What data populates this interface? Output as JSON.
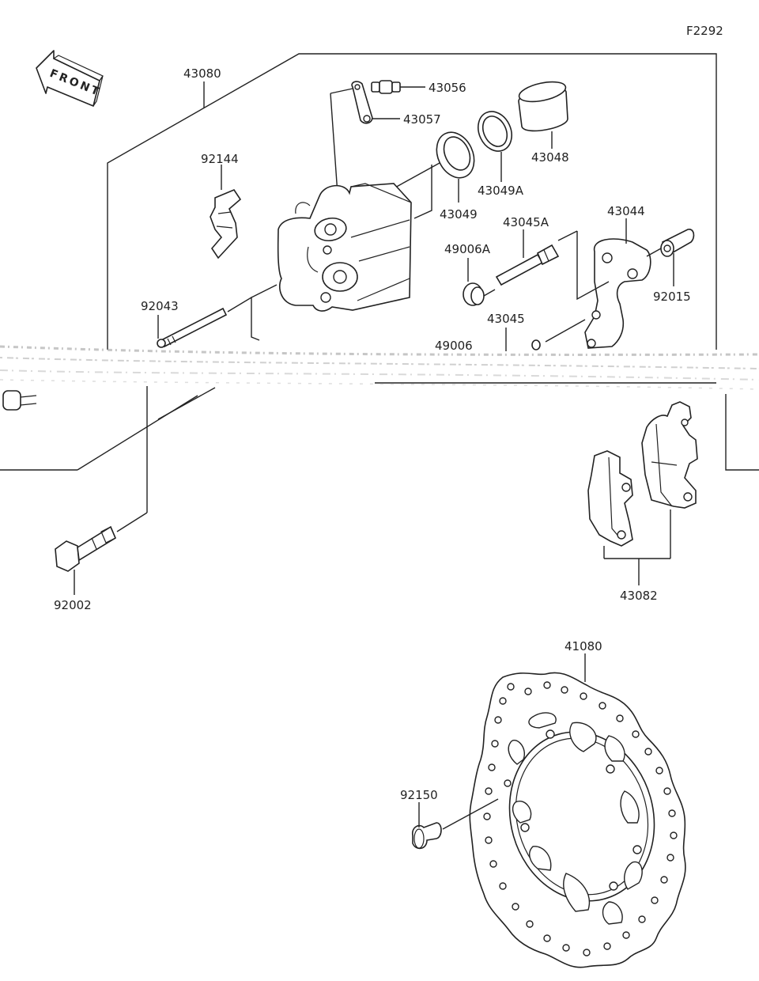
{
  "diagram": {
    "figure_code": "F2292",
    "front_marker": "FRONT",
    "labels": {
      "p43080": "43080",
      "p43056": "43056",
      "p43057": "43057",
      "p43048": "43048",
      "p92144": "92144",
      "p43049A": "43049A",
      "p43049": "43049",
      "p43045A": "43045A",
      "p43044": "43044",
      "p49006A": "49006A",
      "p92015": "92015",
      "p92043": "92043",
      "p43045": "43045",
      "p49006": "49006",
      "p92002": "92002",
      "p43082": "43082",
      "p41080": "41080",
      "p92150": "92150"
    }
  }
}
